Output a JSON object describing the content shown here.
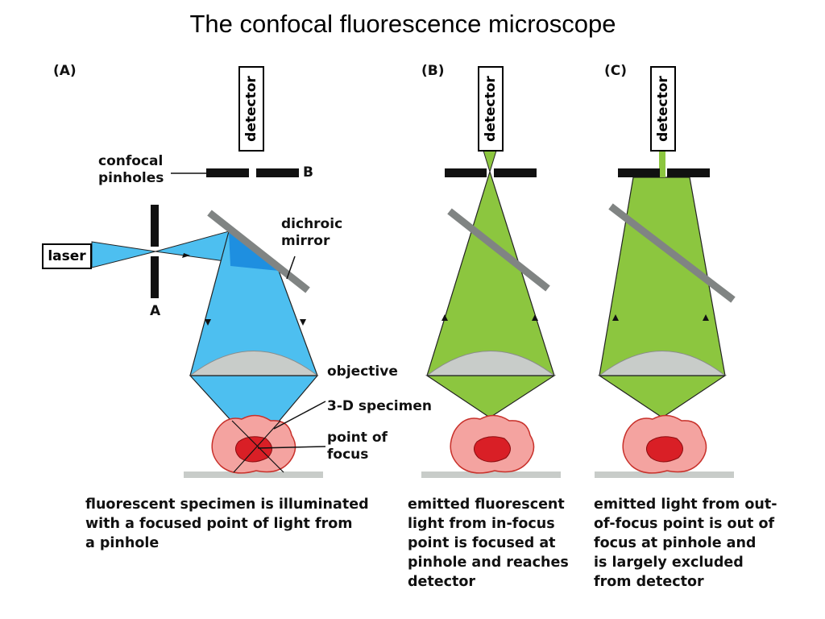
{
  "title": "The confocal fluorescence microscope",
  "panels": {
    "a": {
      "tag": "(A)",
      "detector": "detector",
      "laser": "laser",
      "pinholes_label": [
        "confocal",
        "pinholes"
      ],
      "pinhole_a": "A",
      "pinhole_b": "B",
      "mirror_label": [
        "dichroic",
        "mirror"
      ],
      "objective": "objective",
      "specimen": "3-D specimen",
      "focus_label": [
        "point of",
        "focus"
      ],
      "caption": [
        "fluorescent specimen is illuminated",
        "with a focused point of light from",
        "a pinhole"
      ]
    },
    "b": {
      "tag": "(B)",
      "detector": "detector",
      "caption": [
        "emitted fluorescent",
        "light from in-focus",
        "point is focused at",
        "pinhole and reaches",
        "detector"
      ]
    },
    "c": {
      "tag": "(C)",
      "detector": "detector",
      "caption": [
        "emitted light from out-",
        "of-focus point is out of",
        "focus at pinhole and",
        "is largely excluded",
        "from detector"
      ]
    }
  },
  "colors": {
    "illumination": "#4dbff0",
    "mirror_region": "#1e8fe0",
    "emission": "#8cc63f",
    "lens": "#c8ccc9",
    "mirror": "#808483",
    "stage": "#c8ccc9",
    "specimen_body": "#f4a3a0",
    "specimen_core": "#d91f26"
  }
}
